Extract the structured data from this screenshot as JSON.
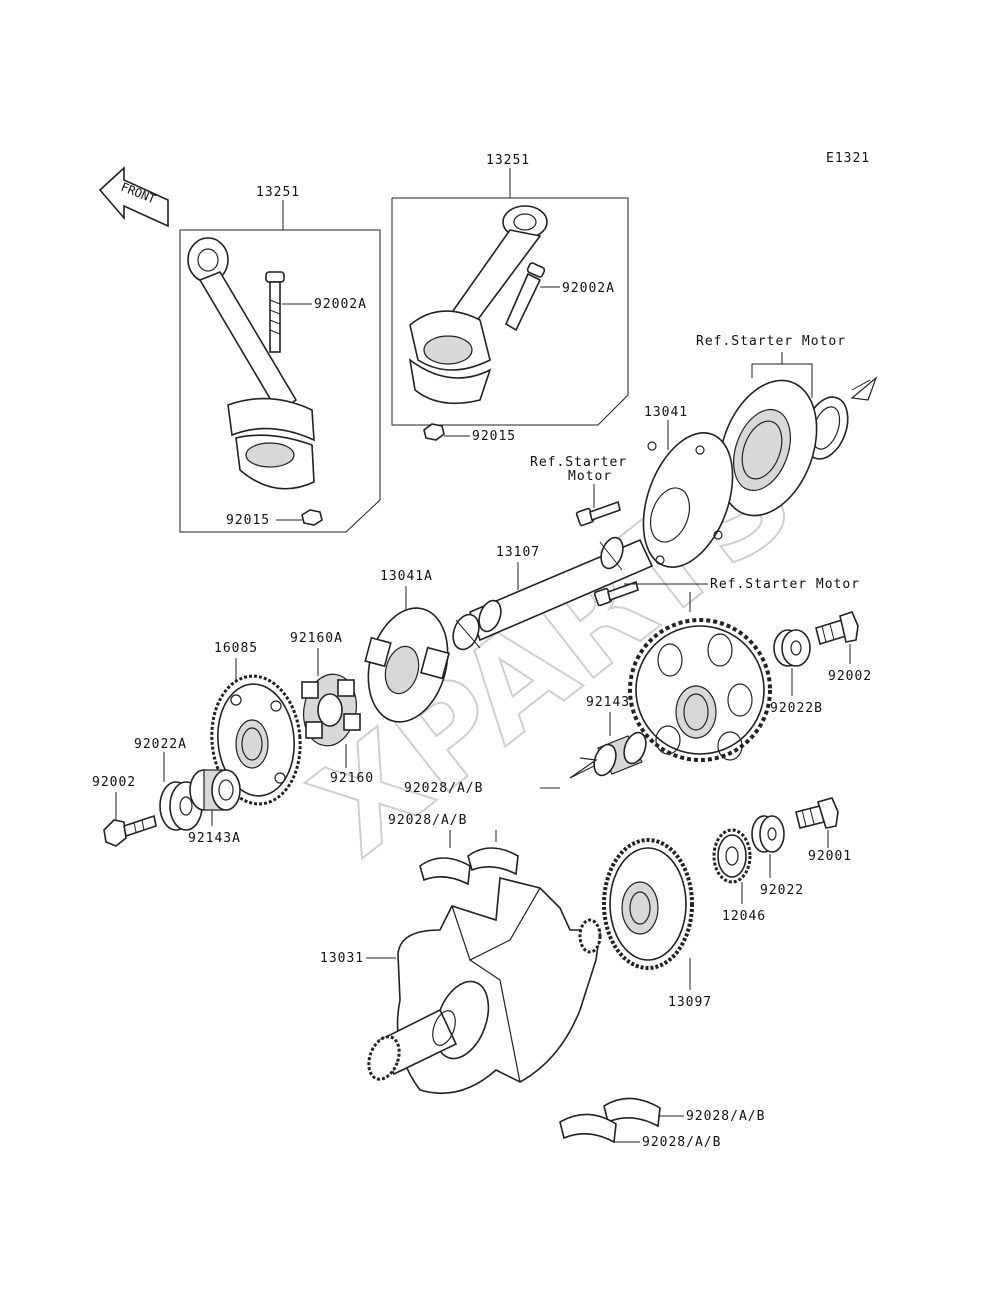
{
  "diagram_code": "E1321",
  "front_label": "FRONT",
  "watermark": "XPARTS",
  "labels": {
    "rod_left": "13251",
    "rod_right": "13251",
    "bolt_left": "92002A",
    "bolt_right": "92002A",
    "nut_left": "92015",
    "nut_right": "92015",
    "ref_starter_top": "Ref.Starter Motor",
    "ref_starter_mid_1": "Ref.Starter",
    "ref_starter_mid_2": "Motor",
    "ref_starter_gear": "Ref.Starter Motor",
    "clutch": "13041",
    "shaft": "13107",
    "coupling": "13041A",
    "gear_left": "16085",
    "damper_a": "92160A",
    "damper": "92160",
    "washer_a": "92022A",
    "bolt_lower_left": "92002",
    "collar_a": "92143A",
    "collar": "92143",
    "bolt_right_upper": "92002",
    "washer_b": "92022B",
    "bearing_upper_1": "92028/A/B",
    "bearing_upper_2": "92028/A/B",
    "bolt_right_lower": "92001",
    "washer": "92022",
    "small_gear": "12046",
    "crankshaft": "13031",
    "big_gear": "13097",
    "bearing_lower_1": "92028/A/B",
    "bearing_lower_2": "92028/A/B"
  }
}
